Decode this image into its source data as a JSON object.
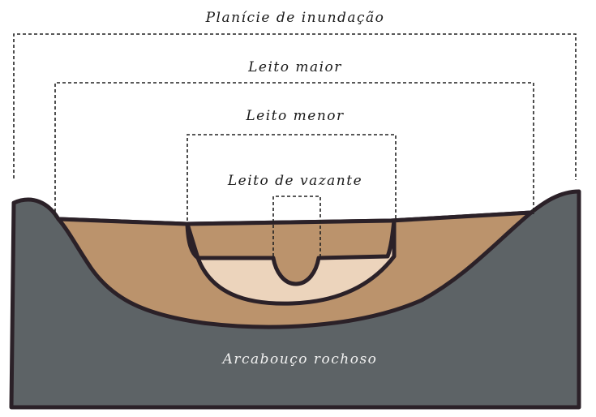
{
  "labels": {
    "planicie": "Planície de inundação",
    "leito_maior": "Leito maior",
    "leito_menor": "Leito menor",
    "leito_vazante": "Leito de vazante",
    "arcabouco": "Arcabouço rochoso"
  },
  "colors": {
    "rock": "#5d6366",
    "sediment": "#bb936c",
    "low_water_bed": "#ecd4bc",
    "outline": "#2b2128",
    "bracket": "#222222",
    "label_text": "#1a1a1a",
    "rock_label_text": "#f2f2f2"
  }
}
